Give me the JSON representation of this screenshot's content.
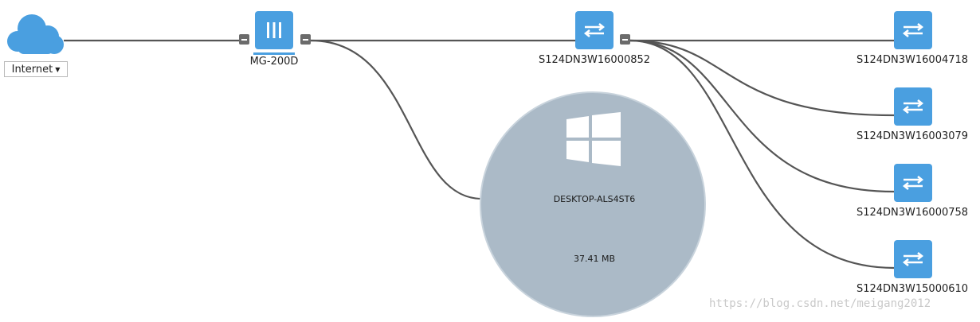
{
  "internet": {
    "label": "Internet",
    "icon": "cloud-icon"
  },
  "firewall": {
    "label": "MG-200D",
    "icon": "firewall-icon"
  },
  "core_switch": {
    "label": "S124DN3W16000852",
    "icon": "switch-arrows-icon"
  },
  "desktop": {
    "name": "DESKTOP-ALS4ST6",
    "traffic": "37.41 MB",
    "icon": "windows-logo-icon"
  },
  "access_switches": [
    {
      "label": "S124DN3W16004718",
      "icon": "switch-arrows-icon"
    },
    {
      "label": "S124DN3W16003079",
      "icon": "switch-arrows-icon"
    },
    {
      "label": "S124DN3W16000758",
      "icon": "switch-arrows-icon"
    },
    {
      "label": "S124DN3W15000610",
      "icon": "switch-arrows-icon"
    }
  ],
  "watermark": "https://blog.csdn.net/meigang2012",
  "colors": {
    "accent": "#4a9fe0",
    "link": "#555555",
    "desktop_fill": "#abbac7",
    "collapse": "#6b6b6b"
  }
}
